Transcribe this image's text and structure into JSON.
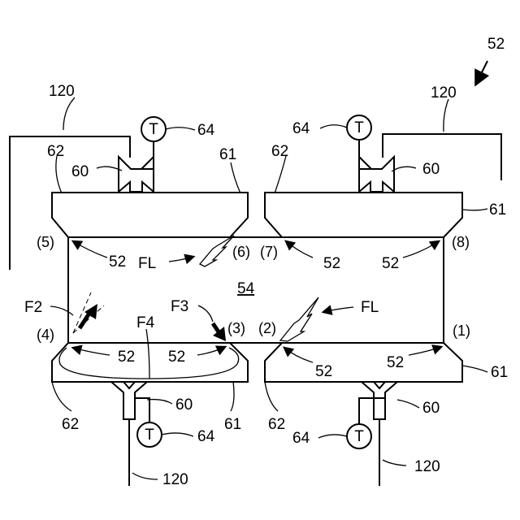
{
  "labels": {
    "apparatus": "52",
    "chamber": "54",
    "tc_symbol": "T",
    "sensor": "64",
    "nozzle": "60",
    "lead": "120",
    "wall_inner": "61",
    "wall_outer": "62",
    "corner": "52",
    "flame": "FL",
    "flow2": "F2",
    "flow3": "F3",
    "flow4": "F4",
    "pos1": "(1)",
    "pos2": "(2)",
    "pos3": "(3)",
    "pos4": "(4)",
    "pos5": "(5)",
    "pos6": "(6)",
    "pos7": "(7)",
    "pos8": "(8)"
  }
}
